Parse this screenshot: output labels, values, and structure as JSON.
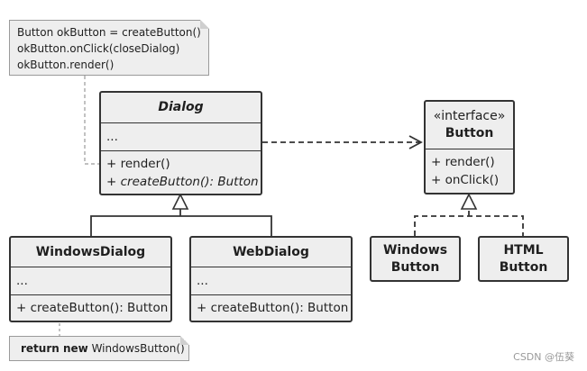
{
  "note_top": {
    "lines": [
      "Button okButton = createButton()",
      "okButton.onClick(closeDialog)",
      "okButton.render()"
    ]
  },
  "note_bottom": {
    "bold": "return new",
    "rest": " WindowsButton()"
  },
  "dialog": {
    "name": "Dialog",
    "fields": "...",
    "methods": [
      "+ render()",
      "+ createButton(): Button"
    ]
  },
  "windows_dialog": {
    "name": "WindowsDialog",
    "fields": "...",
    "method": "+ createButton(): Button"
  },
  "web_dialog": {
    "name": "WebDialog",
    "fields": "...",
    "method": "+ createButton(): Button"
  },
  "button_interface": {
    "stereotype": "«interface»",
    "name": "Button",
    "methods": [
      "+ render()",
      "+ onClick()"
    ]
  },
  "windows_button": {
    "line1": "Windows",
    "line2": "Button"
  },
  "html_button": {
    "line1": "HTML",
    "line2": "Button"
  },
  "watermark": "CSDN @伍葵",
  "colors": {
    "box_fill": "#eeeeee",
    "border": "#333333",
    "note_border": "#9a9a9a"
  }
}
